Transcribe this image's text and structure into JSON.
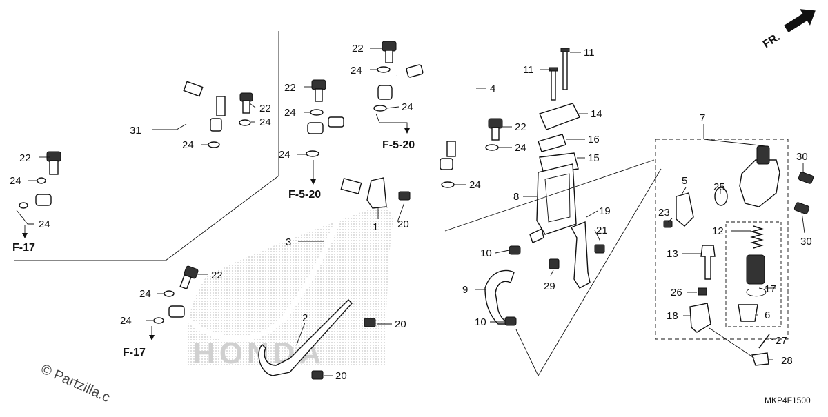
{
  "diagram": {
    "code": "MKP4F1500",
    "direction": "FR.",
    "copyright": "© Partzilla.c",
    "watermark": "HONDA",
    "refs": [
      "F-17",
      "F-17",
      "F-5-20",
      "F-5-20"
    ],
    "callouts": [
      {
        "id": "c31",
        "label": "31"
      },
      {
        "id": "c22a",
        "label": "22"
      },
      {
        "id": "c24a",
        "label": "24"
      },
      {
        "id": "c24b",
        "label": "24"
      },
      {
        "id": "c22b",
        "label": "22"
      },
      {
        "id": "c24c",
        "label": "24"
      },
      {
        "id": "c24d",
        "label": "24"
      },
      {
        "id": "c22c",
        "label": "22"
      },
      {
        "id": "c24e",
        "label": "24"
      },
      {
        "id": "c24f",
        "label": "24"
      },
      {
        "id": "c22d",
        "label": "22"
      },
      {
        "id": "c24g",
        "label": "24"
      },
      {
        "id": "c24h",
        "label": "24"
      },
      {
        "id": "c4",
        "label": "4"
      },
      {
        "id": "c22e",
        "label": "22"
      },
      {
        "id": "c24i",
        "label": "24"
      },
      {
        "id": "c24j",
        "label": "24"
      },
      {
        "id": "c1",
        "label": "1"
      },
      {
        "id": "c20a",
        "label": "20"
      },
      {
        "id": "c3",
        "label": "3"
      },
      {
        "id": "c22f",
        "label": "22"
      },
      {
        "id": "c24k",
        "label": "24"
      },
      {
        "id": "c24l",
        "label": "24"
      },
      {
        "id": "c2",
        "label": "2"
      },
      {
        "id": "c20b",
        "label": "20"
      },
      {
        "id": "c20c",
        "label": "20"
      },
      {
        "id": "c11a",
        "label": "11"
      },
      {
        "id": "c11b",
        "label": "11"
      },
      {
        "id": "c14",
        "label": "14"
      },
      {
        "id": "c16",
        "label": "16"
      },
      {
        "id": "c15",
        "label": "15"
      },
      {
        "id": "c8",
        "label": "8"
      },
      {
        "id": "c19",
        "label": "19"
      },
      {
        "id": "c21",
        "label": "21"
      },
      {
        "id": "c10a",
        "label": "10"
      },
      {
        "id": "c9",
        "label": "9"
      },
      {
        "id": "c29",
        "label": "29"
      },
      {
        "id": "c10b",
        "label": "10"
      },
      {
        "id": "c7",
        "label": "7"
      },
      {
        "id": "c30a",
        "label": "30"
      },
      {
        "id": "c25",
        "label": "25"
      },
      {
        "id": "c5",
        "label": "5"
      },
      {
        "id": "c23",
        "label": "23"
      },
      {
        "id": "c30b",
        "label": "30"
      },
      {
        "id": "c12",
        "label": "12"
      },
      {
        "id": "c13",
        "label": "13"
      },
      {
        "id": "c17",
        "label": "17"
      },
      {
        "id": "c26",
        "label": "26"
      },
      {
        "id": "c6",
        "label": "6"
      },
      {
        "id": "c18",
        "label": "18"
      },
      {
        "id": "c27",
        "label": "27"
      },
      {
        "id": "c28",
        "label": "28"
      }
    ]
  }
}
